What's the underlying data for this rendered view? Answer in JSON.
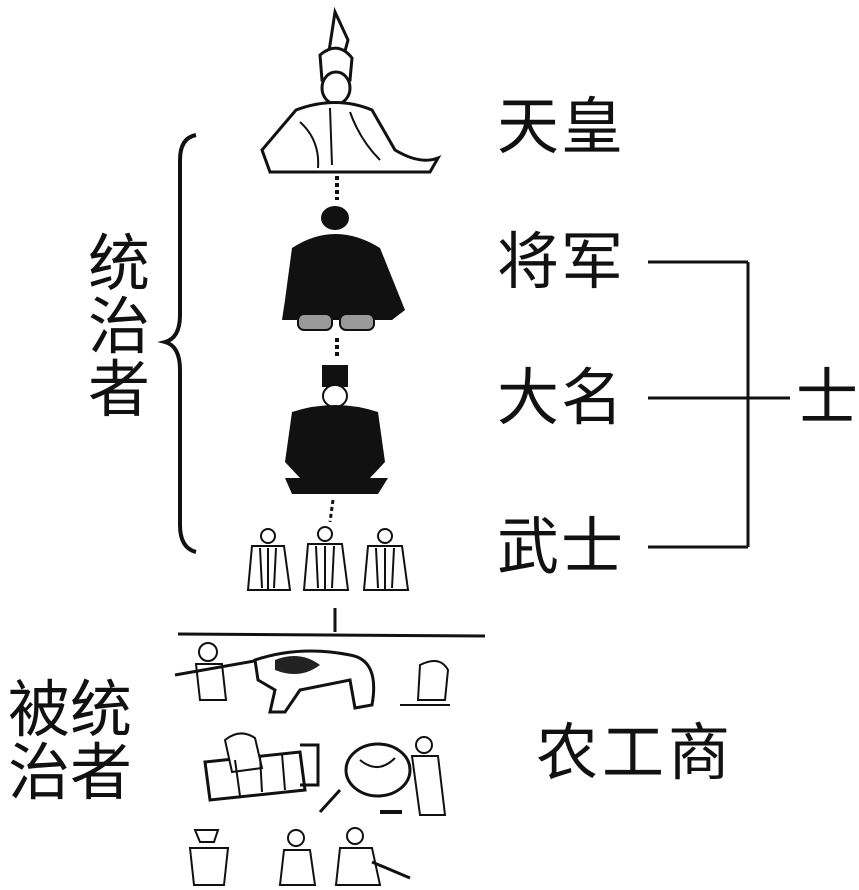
{
  "rulers": {
    "tenno": "天皇",
    "shogun": "将军",
    "daimyo": "大名",
    "bushi": "武士"
  },
  "samurai_class": "士",
  "ruling_group": "统治者",
  "ruled_group": "被统治者",
  "commoners": "农工商"
}
